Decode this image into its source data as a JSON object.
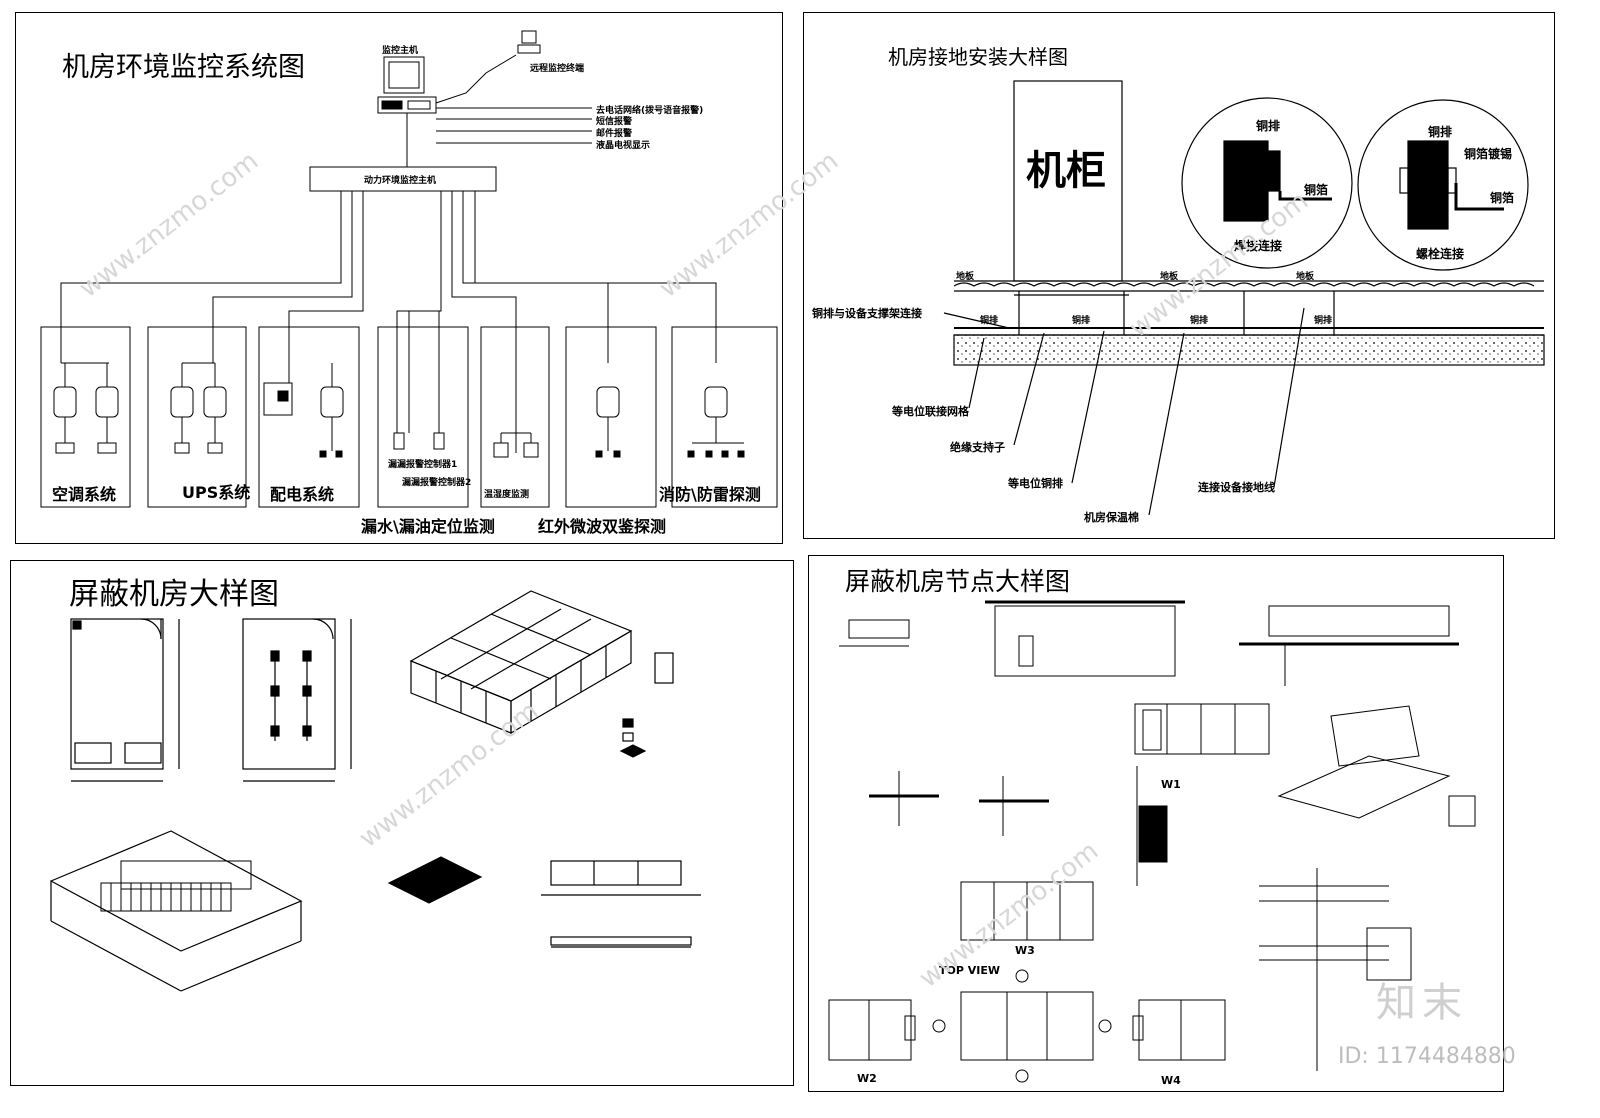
{
  "panel1": {
    "title": "机房环境监控系统图",
    "host": "监控主机",
    "remote": "远程监控终端",
    "outputs": [
      "去电话网络(拨号语音报警)",
      "短信报警",
      "邮件报警",
      "液晶电视显示"
    ],
    "power_host": "动力环境监控主机",
    "subsystems": [
      "空调系统",
      "UPS系统",
      "配电系统",
      "消防\\防雷探测"
    ],
    "sub_labels": [
      "漏漏报警控制器1",
      "漏漏报警控制器2",
      "温湿度监测"
    ],
    "bottom_labels": [
      "漏水\\漏油定位监测",
      "红外微波双鉴探测"
    ]
  },
  "panel2": {
    "title": "机房接地安装大样图",
    "cabinet": "机柜",
    "detail1": {
      "top": "铜排",
      "right": "铜箔",
      "bottom": "焊接连接"
    },
    "detail2": {
      "top": "铜排",
      "right_top": "铜箔镀锡",
      "right": "铜箔",
      "bottom": "螺栓连接"
    },
    "floor": [
      "地板",
      "地板",
      "地板"
    ],
    "bar": [
      "铜排",
      "铜排",
      "铜排",
      "铜排"
    ],
    "left_callout": "铜排与设备支撑架连接",
    "callouts": [
      "等电位联接网格",
      "绝缘支持子",
      "等电位铜排",
      "机房保温棉",
      "连接设备接地线"
    ]
  },
  "panel3": {
    "title": "屏蔽机房大样图"
  },
  "panel4": {
    "title": "屏蔽机房节点大样图",
    "top_view": "TOP VIEW",
    "views": [
      "W1",
      "W2",
      "W3",
      "W4"
    ]
  },
  "watermark": {
    "brand": "知末",
    "id": "ID: 1174484880",
    "site": "www.znzmo.com"
  }
}
